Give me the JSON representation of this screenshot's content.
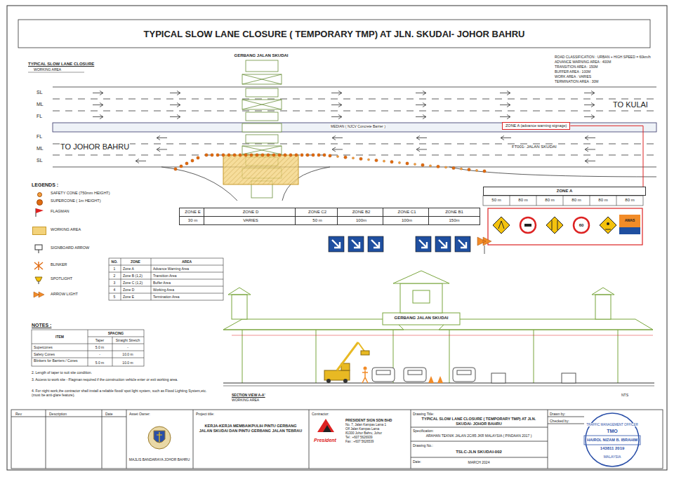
{
  "diagram": {
    "title": "TYPICAL SLOW LANE CLOSURE ( TEMPORARY TMP) AT JLN. SKUDAI- JOHOR BAHRU",
    "nodes": [
      {
        "text": [
          "ZONE A (advance warning signage)"
        ]
      },
      {
        "text": [
          "ZONE A"
        ]
      },
      {
        "text": [
          "ZONE E",
          "30 m"
        ]
      },
      {
        "text": [
          "ZONE D",
          "VARIES"
        ]
      },
      {
        "text": [
          "ZONE C2",
          "50 m"
        ]
      },
      {
        "text": [
          "ZONE B2",
          "100m"
        ]
      },
      {
        "text": [
          "ZONE C1",
          "100m"
        ]
      },
      {
        "text": [
          "ZONE B1",
          "150m"
        ]
      }
    ],
    "edges": [
      {
        "from": 0,
        "to": 1,
        "arrow": "none"
      }
    ],
    "labels": [
      "TYPICAL SLOW LANE CLOSURE",
      "WORKING AREA",
      "ROAD CLASSIFICATION : URBAN + HIGH SPEED = 60km/h",
      "ADVANCE WARNING AREA : 400M",
      "TRANSITION AREA : 150M",
      "BUFFER AREA : 100M",
      "WORK AREA : VARIES",
      "TERMINATION AREA : 30M",
      "SL",
      "ML",
      "FL",
      "FL",
      "ML",
      "SL",
      "TO KULAI",
      "TO JOHOR BAHRU",
      "MEDIAN ( NJCV Concrete Barrier )",
      "FT001- JALAN SKUDAI",
      "50 m",
      "80 m",
      "80 m",
      "80 m",
      "80 m",
      "80 m",
      "LEGENDS :",
      "NO.",
      "ZONE",
      "AREA",
      "1",
      "Zone A",
      "Advance Warning Area",
      "2",
      "Zone B (1,2)",
      "Transition Area",
      "3",
      "Zone C (1,2)",
      "Buffer Area",
      "4",
      "Zone D",
      "Working Area",
      "5",
      "Zone E",
      "Termination Area",
      "NOTES :",
      "ITEM",
      "SPACING",
      "Taper",
      "Straight Stretch",
      "Supercones",
      "5.0 m",
      "-",
      "Safety Cones",
      "-",
      "10.0 m",
      "Blinkers for Barriers / Cones",
      "5.0 m",
      "10.0 m",
      "2. Length of taper to suit site condition.",
      "3. Access to work site - Flagman required if the construction vehicle enter or exit working area.",
      "4. For night work,the contractor shall install a reliable flood/ spot light system, such as Flood Lighting System,etc. (must be anti-glare feature).",
      "GERBANG JALAN SKUDAI",
      "SECTION VIEW A-A'",
      "WORKING AREA",
      "NTS",
      "Rev",
      "Description",
      "Date",
      "Asset Owner:",
      "MAJLIS BANDARAYA JOHOR BAHRU",
      "Project title:",
      "KERJA-KERJA MEMBAIKPULIH PINTU GERBANG JALAN SKUDAI DAN PINTU GERBANG JALAN TEBRAU",
      "Contractor:",
      "President",
      "PRESIDENT SIGN SDN BHD",
      "No. 7, Jalan Kampas Lama 1",
      "Off Jalan Kampas Lama",
      "81300 Johor Bahru, Johor",
      "Tel : +607 5626939",
      "Fax : +607 5626539",
      "Drawing Title:",
      "TYPICAL SLOW LANE CLOSURE ( TEMPORARY TMP) AT JLN. SKUDAI- JOHOR BAHRU",
      "Specification:",
      "ARAHAN TEKNIK JALAN 2C/85 JKR MALAYSIA ( PINDAAN 2017 )",
      "Drawing No.:",
      "TSLC-JLN SKUDAI-002",
      "Date:",
      "MARCH 2024",
      "Drawn by:",
      "Checked by:",
      "TRAFFIC MANAGEMENT OFFICER",
      "TMO",
      "HAIROL NIZAM B. IBRAHIM",
      "143811 2019",
      "MALAYSIA",
      "60",
      "AWAS",
      "GERBANG JALAN SKUDAI"
    ],
    "legend": [
      {
        "text": "SAFETY CONE (750mm HEIGHT)",
        "color": "#f5a03c"
      },
      {
        "text": "SUPERCONE ( 1m HEIGHT)",
        "color": "#e06a10"
      },
      {
        "text": "FLAGMAN"
      },
      {
        "text": "WORKING AREA",
        "color": "#f3d27a"
      },
      {
        "text": "SIGNBOARD ARROW"
      },
      {
        "text": "BLINKER"
      },
      {
        "text": "SPOTLIGHT"
      },
      {
        "text": "ARROW LIGHT"
      }
    ]
  }
}
